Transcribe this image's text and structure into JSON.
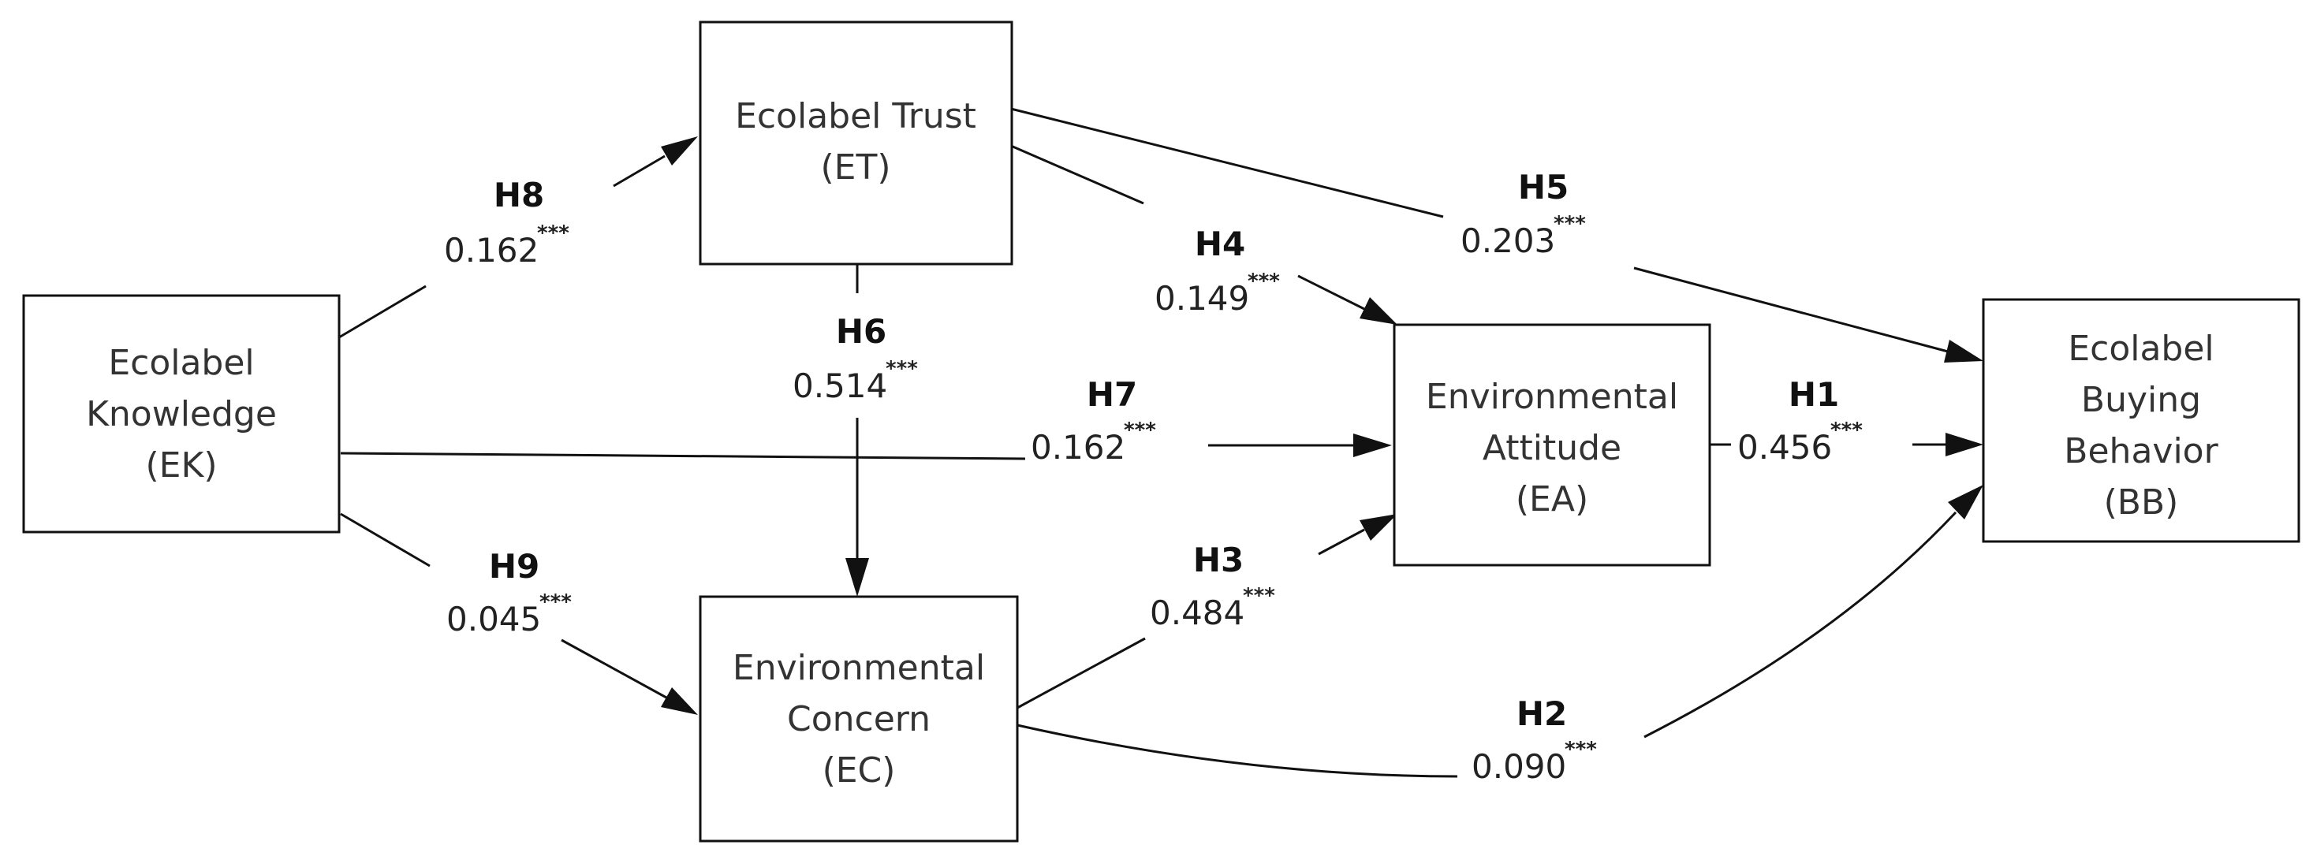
{
  "nodes": {
    "ek": {
      "lines": [
        "Ecolabel",
        "Knowledge",
        "(EK)"
      ]
    },
    "et": {
      "lines": [
        "Ecolabel Trust",
        "(ET)"
      ]
    },
    "ec": {
      "lines": [
        "Environmental",
        "Concern",
        "(EC)"
      ]
    },
    "ea": {
      "lines": [
        "Environmental",
        "Attitude",
        "(EA)"
      ]
    },
    "bb": {
      "lines": [
        "Ecolabel",
        "Buying",
        "Behavior",
        "(BB)"
      ]
    }
  },
  "paths": {
    "h1": {
      "hypothesis": "H1",
      "coefficient": "0.456",
      "significance": "***"
    },
    "h2": {
      "hypothesis": "H2",
      "coefficient": "0.090",
      "significance": "***"
    },
    "h3": {
      "hypothesis": "H3",
      "coefficient": "0.484",
      "significance": "***"
    },
    "h4": {
      "hypothesis": "H4",
      "coefficient": "0.149",
      "significance": "***"
    },
    "h5": {
      "hypothesis": "H5",
      "coefficient": "0.203",
      "significance": "***"
    },
    "h6": {
      "hypothesis": "H6",
      "coefficient": "0.514",
      "significance": "***"
    },
    "h7": {
      "hypothesis": "H7",
      "coefficient": "0.162",
      "significance": "***"
    },
    "h8": {
      "hypothesis": "H8",
      "coefficient": "0.162",
      "significance": "***"
    },
    "h9": {
      "hypothesis": "H9",
      "coefficient": "0.045",
      "significance": "***"
    }
  }
}
